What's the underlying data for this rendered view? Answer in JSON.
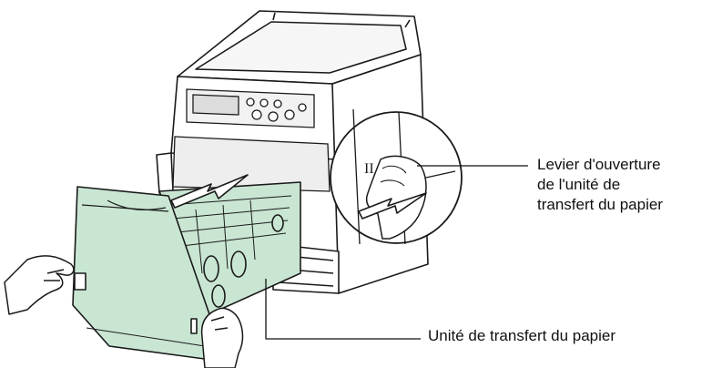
{
  "callouts": {
    "lever_line1": "Levier d'ouverture",
    "lever_line2": "de l'unité de",
    "lever_line3": "transfert du papier",
    "transfer_unit": "Unité de transfert du papier"
  },
  "colors": {
    "printer_body": "#ffffff",
    "outline": "#1a1a1a",
    "transfer_unit_fill": "#c9e6d3",
    "inset_fill": "#ffffff",
    "leader_line": "#111111"
  },
  "symbols": {
    "inset_mark": "II"
  },
  "icons": [
    "pull-direction-arrow-icon",
    "lever-arrow-icon"
  ]
}
